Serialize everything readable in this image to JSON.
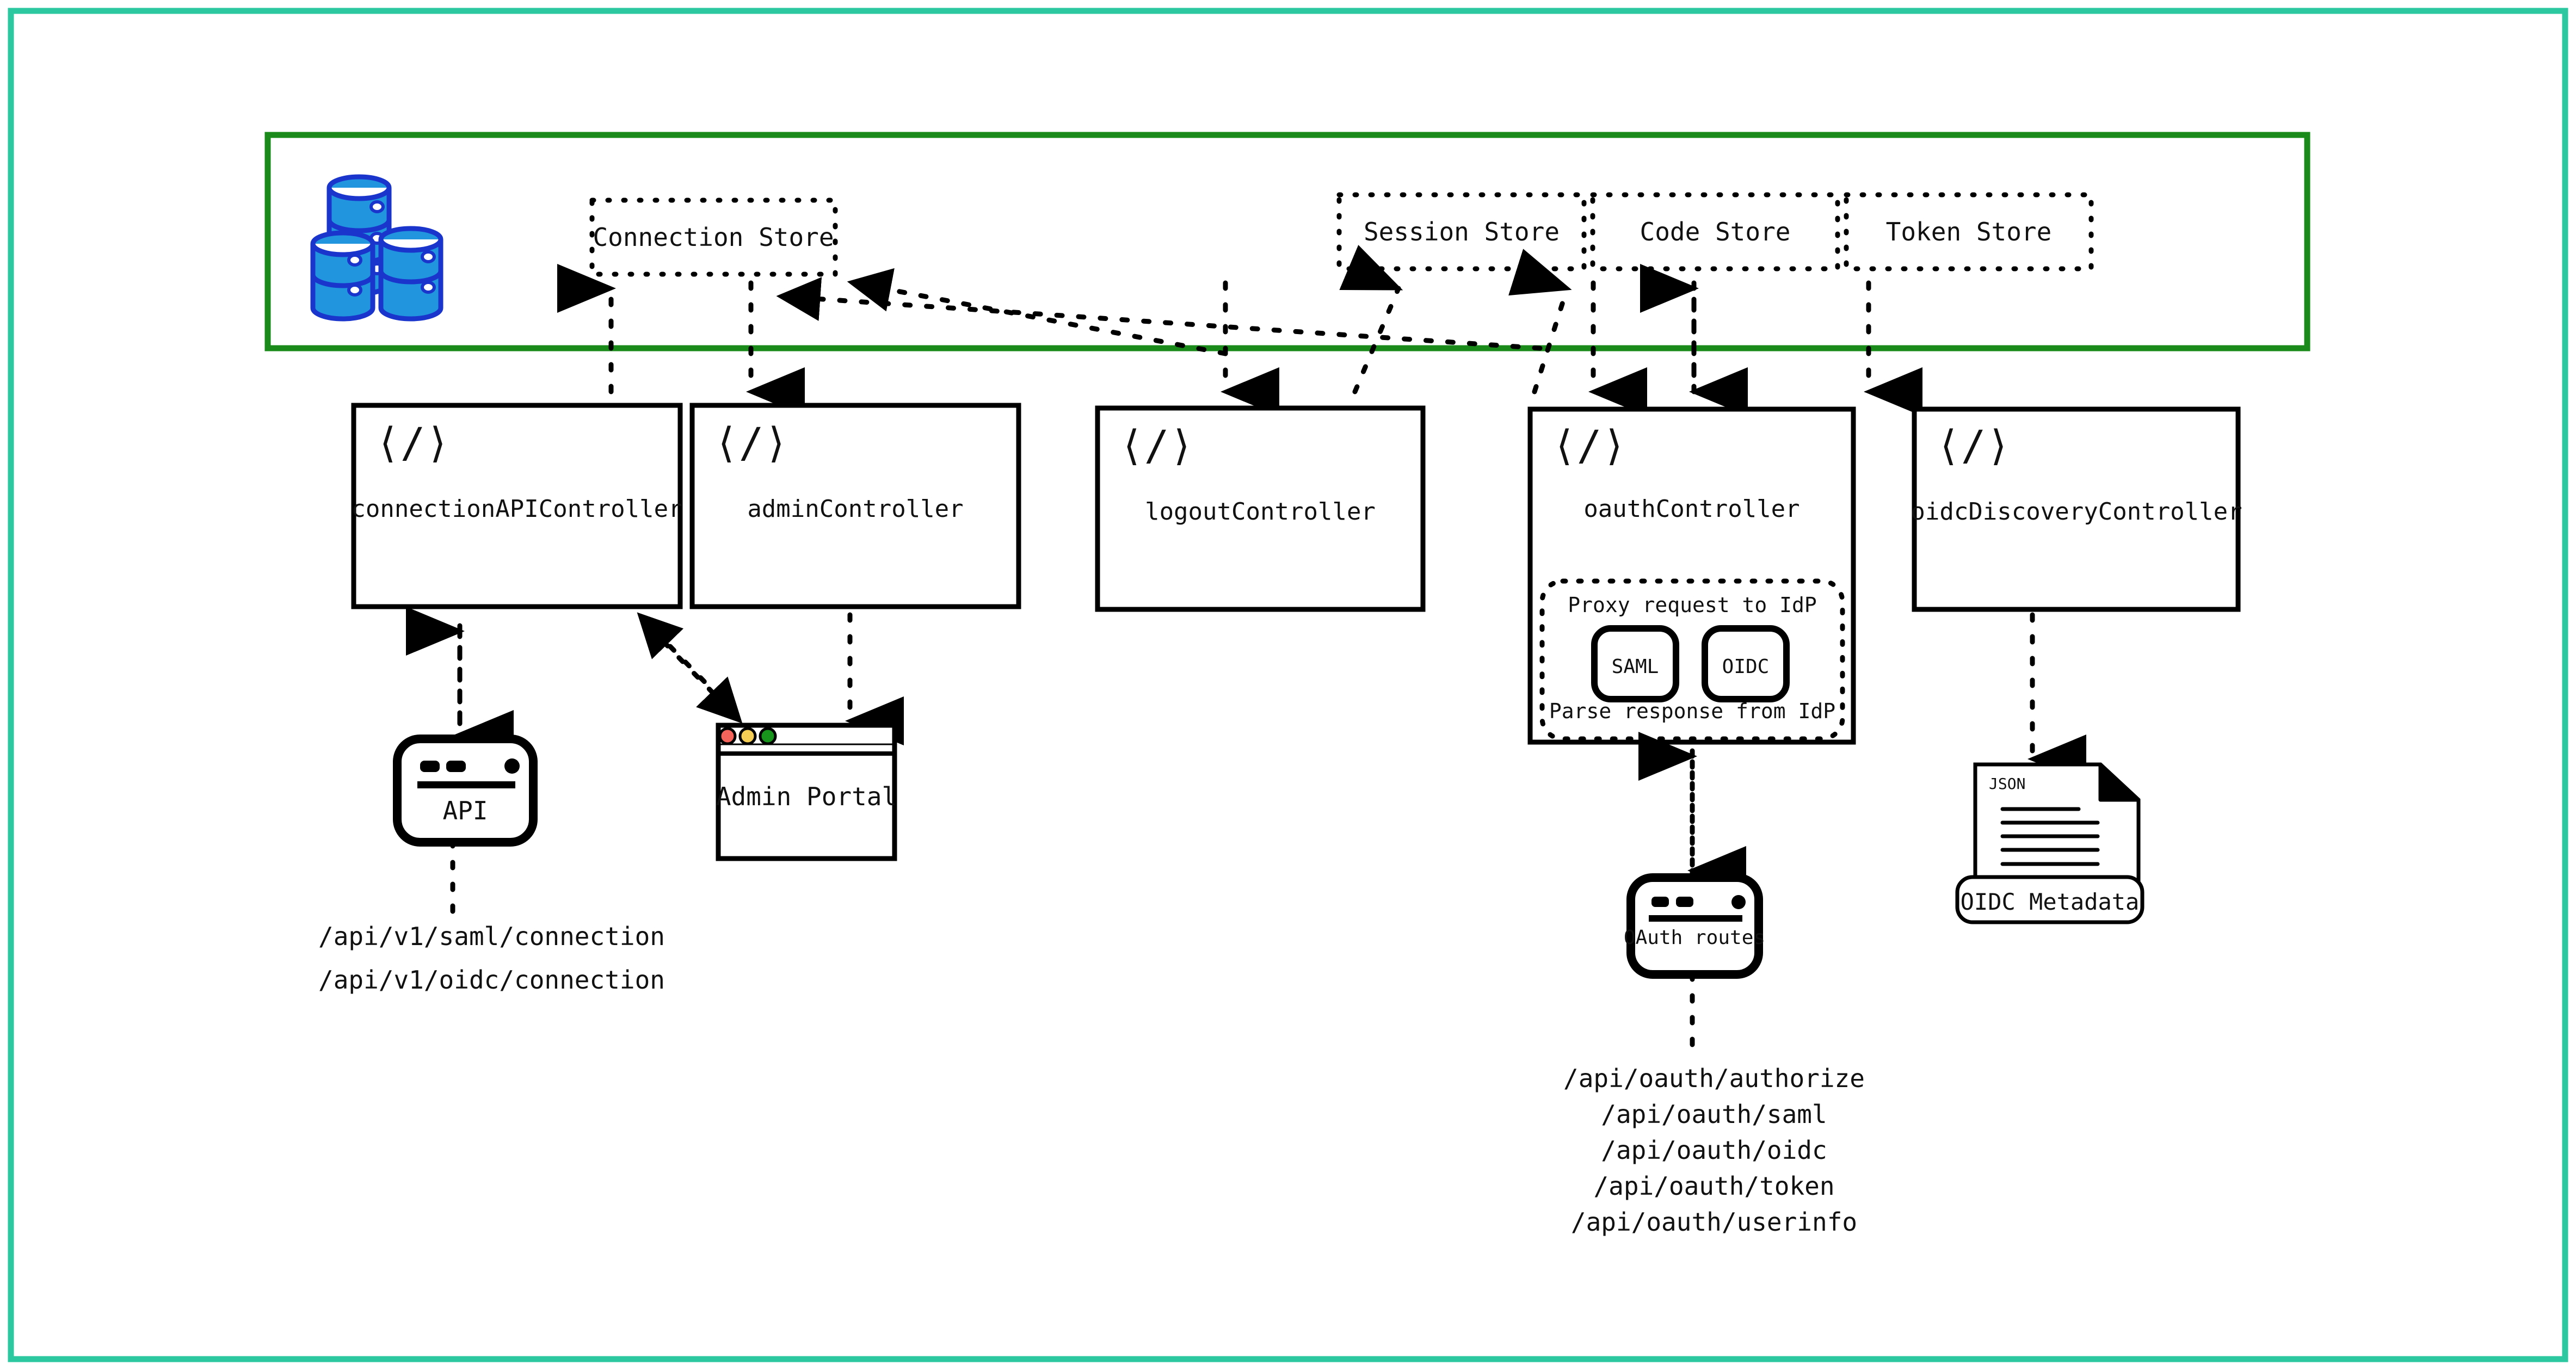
{
  "canvas": {
    "border_color": "#2CC9A0",
    "background": "#ffffff"
  },
  "storage_layer": {
    "name": "storage-layer",
    "border_color": "#1A8B1A",
    "db_icon": "database-stack-icon",
    "db_icon_fill": "#2196DF",
    "db_icon_stroke": "#1A35CC",
    "stores": [
      {
        "label": "Connection Store",
        "name": "connection-store"
      },
      {
        "label": "Session Store",
        "name": "session-store"
      },
      {
        "label": "Code Store",
        "name": "code-store"
      },
      {
        "label": "Token Store",
        "name": "token-store"
      }
    ]
  },
  "controllers": [
    {
      "label": "connectionAPIController",
      "icon": "code-brackets-icon",
      "name": "connection-api-controller"
    },
    {
      "label": "adminController",
      "icon": "code-brackets-icon",
      "name": "admin-controller"
    },
    {
      "label": "logoutController",
      "icon": "code-brackets-icon",
      "name": "logout-controller"
    },
    {
      "label": "oauthController",
      "icon": "code-brackets-icon",
      "name": "oauth-controller"
    },
    {
      "label": "oidcDiscoveryController",
      "icon": "code-brackets-icon",
      "name": "oidc-discovery-controller"
    }
  ],
  "oauth_inner": {
    "top_label": "Proxy request to IdP",
    "bottom_label": "Parse response from IdP",
    "protocols": [
      {
        "label": "SAML",
        "name": "saml-box"
      },
      {
        "label": "OIDC",
        "name": "oidc-box"
      }
    ]
  },
  "api_node": {
    "label": "API",
    "icon": "browser-window-icon"
  },
  "admin_portal_node": {
    "label": "Admin Portal",
    "icon": "mac-window-icon",
    "traffic_lights": [
      "#F4645A",
      "#F5CE55",
      "#18941C"
    ]
  },
  "oauth_routes_node": {
    "label": "OAuth routes",
    "icon": "browser-window-icon"
  },
  "oidc_metadata_node": {
    "doc_label": "JSON",
    "label": "OIDC Metadata",
    "icon": "json-document-icon"
  },
  "endpoint_lists": {
    "connection_api": [
      "/api/v1/saml/connection",
      "/api/v1/oidc/connection"
    ],
    "oauth": [
      "/api/oauth/authorize",
      "/api/oauth/saml",
      "/api/oauth/oidc",
      "/api/oauth/token",
      "/api/oauth/userinfo"
    ]
  }
}
